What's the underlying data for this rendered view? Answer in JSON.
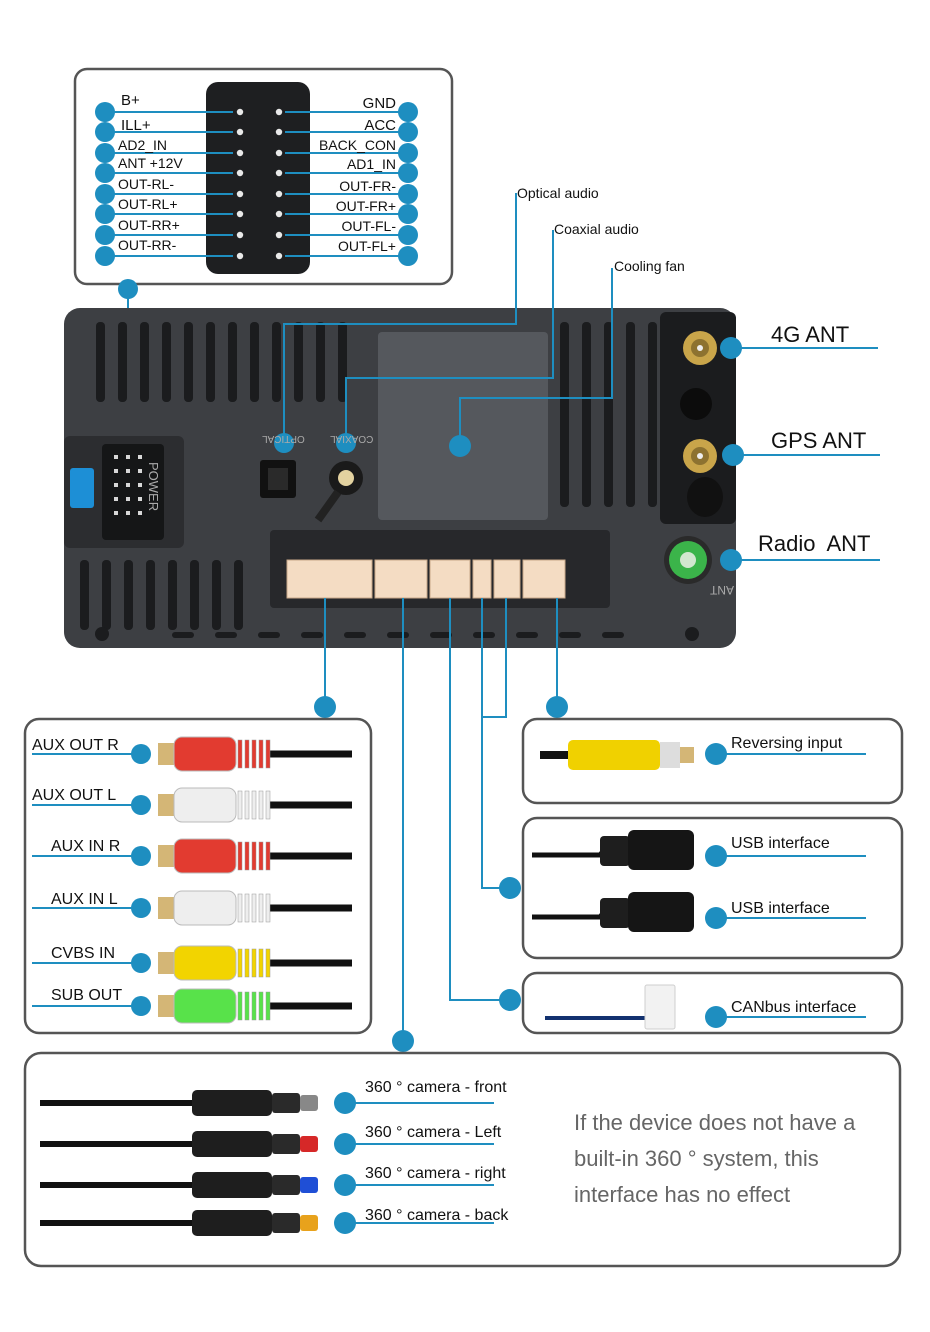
{
  "harness": {
    "left_pins": [
      "B+",
      "ILL+",
      "AD2_IN",
      "ANT +12V",
      "OUT-RL-",
      "OUT-RL+",
      "OUT-RR+",
      "OUT-RR-"
    ],
    "right_pins": [
      "GND",
      "ACC",
      "BACK_CON",
      "AD1_IN",
      "OUT-FR-",
      "OUT-FR+",
      "OUT-FL-",
      "OUT-FL+"
    ]
  },
  "unit": {
    "callouts": {
      "optical": "Optical audio",
      "coaxial": "Coaxial audio",
      "fan": "Cooling fan"
    },
    "antennas": {
      "lte": "4G ANT",
      "gps": "GPS ANT",
      "radio": "Radio  ANT"
    },
    "silk": {
      "power": "POWER",
      "optical": "OPTICAL",
      "coaxial": "COAXIAL",
      "ant": "ANT"
    }
  },
  "rca": {
    "items": [
      {
        "label": "AUX OUT R",
        "color": "#e23b30"
      },
      {
        "label": "AUX OUT L",
        "color": "#eeeeee"
      },
      {
        "label": "AUX IN R",
        "color": "#e23b30"
      },
      {
        "label": "AUX IN L",
        "color": "#eeeeee"
      },
      {
        "label": "CVBS IN",
        "color": "#f2d400"
      },
      {
        "label": "SUB OUT",
        "color": "#58e24a"
      }
    ]
  },
  "right_panel": {
    "reversing": "Reversing input",
    "usb1": "USB interface",
    "usb2": "USB interface",
    "canbus": "CANbus interface"
  },
  "cameras": {
    "items": [
      {
        "label": "360 ° camera - front",
        "tip_color": "#888888"
      },
      {
        "label": "360 ° camera - Left",
        "tip_color": "#d62828"
      },
      {
        "label": "360 ° camera - right",
        "tip_color": "#1f4fd6"
      },
      {
        "label": "360 ° camera - back",
        "tip_color": "#e8a21c"
      }
    ],
    "note": "If the device does not have a built-in 360 ° system, this interface has no effect"
  },
  "colors": {
    "accent": "#1e8ec0",
    "frame": "#555555",
    "body": "#3d3f43"
  }
}
